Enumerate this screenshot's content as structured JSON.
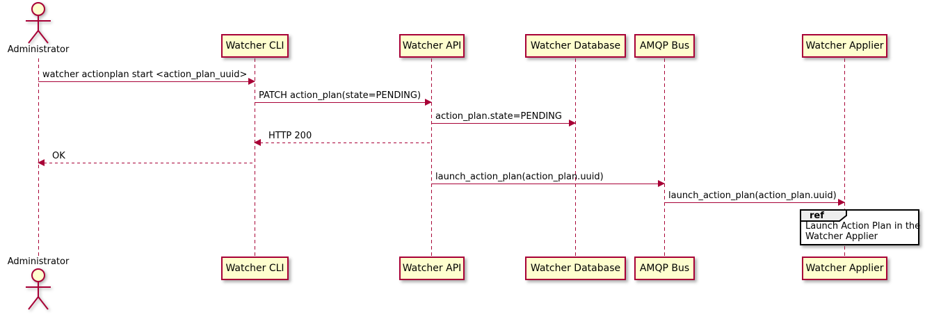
{
  "diagram": {
    "type": "uml-sequence-diagram",
    "actor": {
      "name": "Administrator"
    },
    "participants": [
      {
        "name": "Watcher CLI"
      },
      {
        "name": "Watcher API"
      },
      {
        "name": "Watcher Database"
      },
      {
        "name": "AMQP Bus"
      },
      {
        "name": "Watcher Applier"
      }
    ],
    "messages": [
      {
        "from": "Administrator",
        "to": "Watcher CLI",
        "label": "watcher actionplan start <action_plan_uuid>",
        "line": "solid",
        "direction": "right"
      },
      {
        "from": "Watcher CLI",
        "to": "Watcher API",
        "label": "PATCH action_plan(state=PENDING)",
        "line": "solid",
        "direction": "right"
      },
      {
        "from": "Watcher API",
        "to": "Watcher Database",
        "label": "action_plan.state=PENDING",
        "line": "solid",
        "direction": "right"
      },
      {
        "from": "Watcher API",
        "to": "Watcher CLI",
        "label": "HTTP 200",
        "line": "dashed",
        "direction": "left"
      },
      {
        "from": "Watcher CLI",
        "to": "Administrator",
        "label": "OK",
        "line": "dashed",
        "direction": "left"
      },
      {
        "from": "Watcher API",
        "to": "AMQP Bus",
        "label": "launch_action_plan(action_plan.uuid)",
        "line": "solid",
        "direction": "right"
      },
      {
        "from": "AMQP Bus",
        "to": "Watcher Applier",
        "label": "launch_action_plan(action_plan.uuid)",
        "line": "solid",
        "direction": "right"
      }
    ],
    "ref": {
      "keyword": "ref",
      "over": "Watcher Applier",
      "line1": "Launch Action Plan in the",
      "line2": "Watcher Applier"
    },
    "colors": {
      "background": "#FFFFFF",
      "participant_fill": "#FEFECE",
      "participant_border": "#A80036",
      "line_color": "#A80036",
      "text_color": "#000000",
      "ref_border": "#000000",
      "ref_tab_fill": "#EEEEEE"
    }
  }
}
